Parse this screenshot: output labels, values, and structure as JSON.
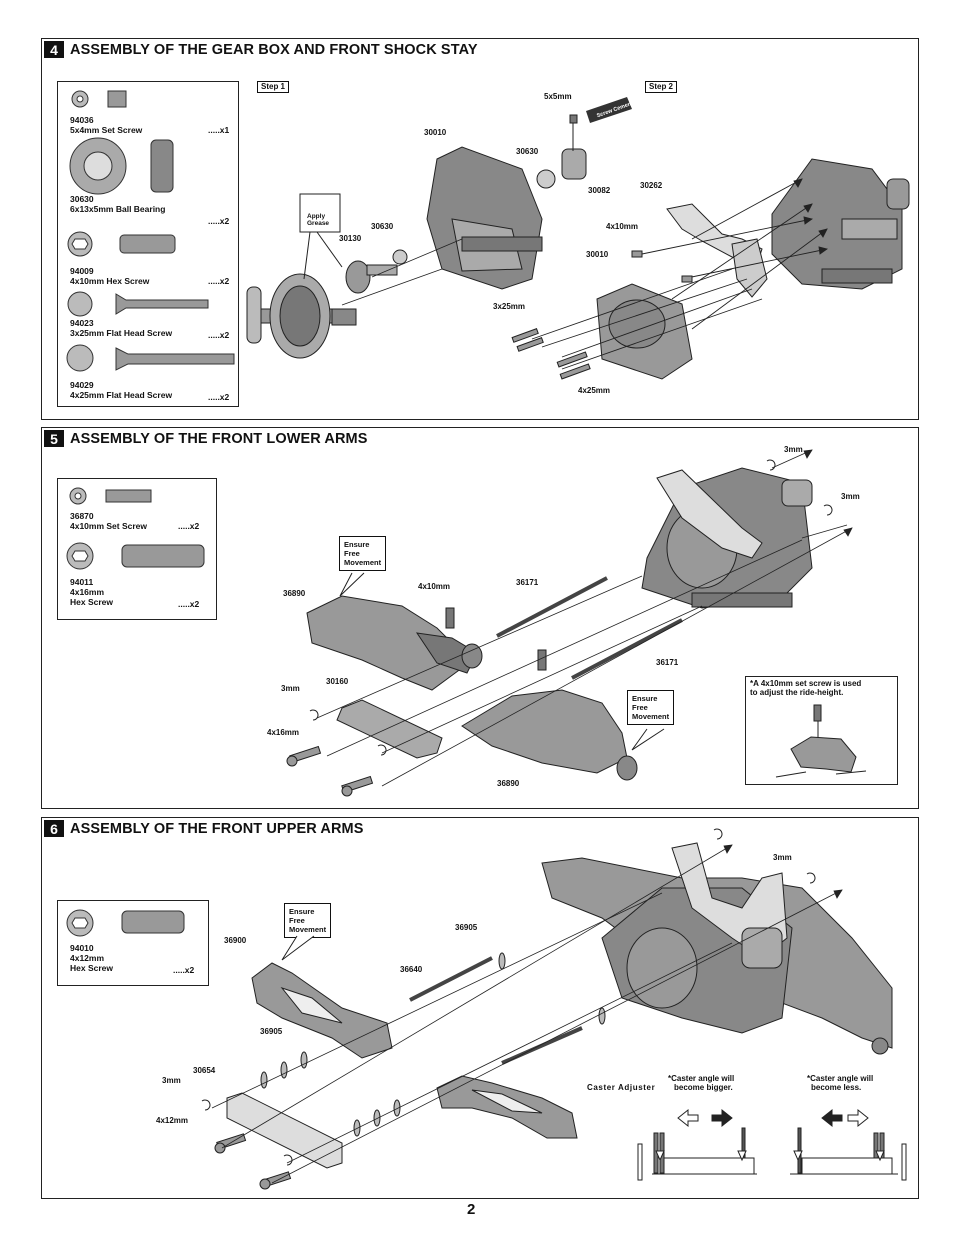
{
  "page": {
    "number": "2"
  },
  "section4": {
    "number": "4",
    "title": "ASSEMBLY OF THE GEAR BOX AND FRONT SHOCK STAY",
    "parts": [
      {
        "code": "94036",
        "name": "5x4mm Set Screw",
        "qty": ".....x1"
      },
      {
        "code": "30630",
        "name": "6x13x5mm Ball Bearing",
        "qty": ".....x2"
      },
      {
        "code": "94009",
        "name": "4x10mm Hex Screw",
        "qty": ".....x2"
      },
      {
        "code": "94023",
        "name": "3x25mm Flat Head Screw",
        "qty": ".....x2"
      },
      {
        "code": "94029",
        "name": "4x25mm Flat Head Screw",
        "qty": ".....x2"
      }
    ],
    "step1": "Step 1",
    "step2": "Step 2",
    "apply_grease_1": "Apply",
    "apply_grease_2": "Grease",
    "screw_cement": "Screw Cement",
    "labels": {
      "l5x5": "5x5mm",
      "l30010a": "30010",
      "l30630a": "30630",
      "l30082": "30082",
      "l30262": "30262",
      "l30630b": "30630",
      "l30130": "30130",
      "l4x10": "4x10mm",
      "l30010b": "30010",
      "l3x25": "3x25mm",
      "l4x25": "4x25mm"
    }
  },
  "section5": {
    "number": "5",
    "title": "ASSEMBLY OF THE FRONT LOWER ARMS",
    "parts": [
      {
        "code": "36870",
        "name": "4x10mm Set Screw",
        "qty": ".....x2"
      },
      {
        "code": "94011",
        "name1": "4x16mm",
        "name2": "Hex Screw",
        "qty": ".....x2"
      }
    ],
    "callout1": [
      "Ensure",
      "Free",
      "Movement"
    ],
    "callout2": [
      "Ensure",
      "Free",
      "Movement"
    ],
    "note": [
      "*A 4x10mm set screw is used",
      " to adjust the ride-height."
    ],
    "labels": {
      "l3mm_a": "3mm",
      "l3mm_b": "3mm",
      "l36890a": "36890",
      "l4x10": "4x10mm",
      "l36171a": "36171",
      "l36171b": "36171",
      "l3mm_c": "3mm",
      "l30160": "30160",
      "l4x16": "4x16mm",
      "l36890b": "36890"
    }
  },
  "section6": {
    "number": "6",
    "title": "ASSEMBLY OF THE FRONT UPPER ARMS",
    "parts": [
      {
        "code": "94010",
        "name1": "4x12mm",
        "name2": "Hex Screw",
        "qty": ".....x2"
      }
    ],
    "callout": [
      "Ensure",
      "Free",
      "Movement"
    ],
    "caster_adjuster": "Caster Adjuster",
    "caster_bigger": [
      "*Caster angle will",
      "become bigger."
    ],
    "caster_less": [
      "*Caster angle will",
      "become less."
    ],
    "labels": {
      "l3mm_a": "3mm",
      "l36905a": "36905",
      "l36900": "36900",
      "l36640": "36640",
      "l36905b": "36905",
      "l30654": "30654",
      "l3mm_b": "3mm",
      "l4x12": "4x12mm"
    }
  }
}
